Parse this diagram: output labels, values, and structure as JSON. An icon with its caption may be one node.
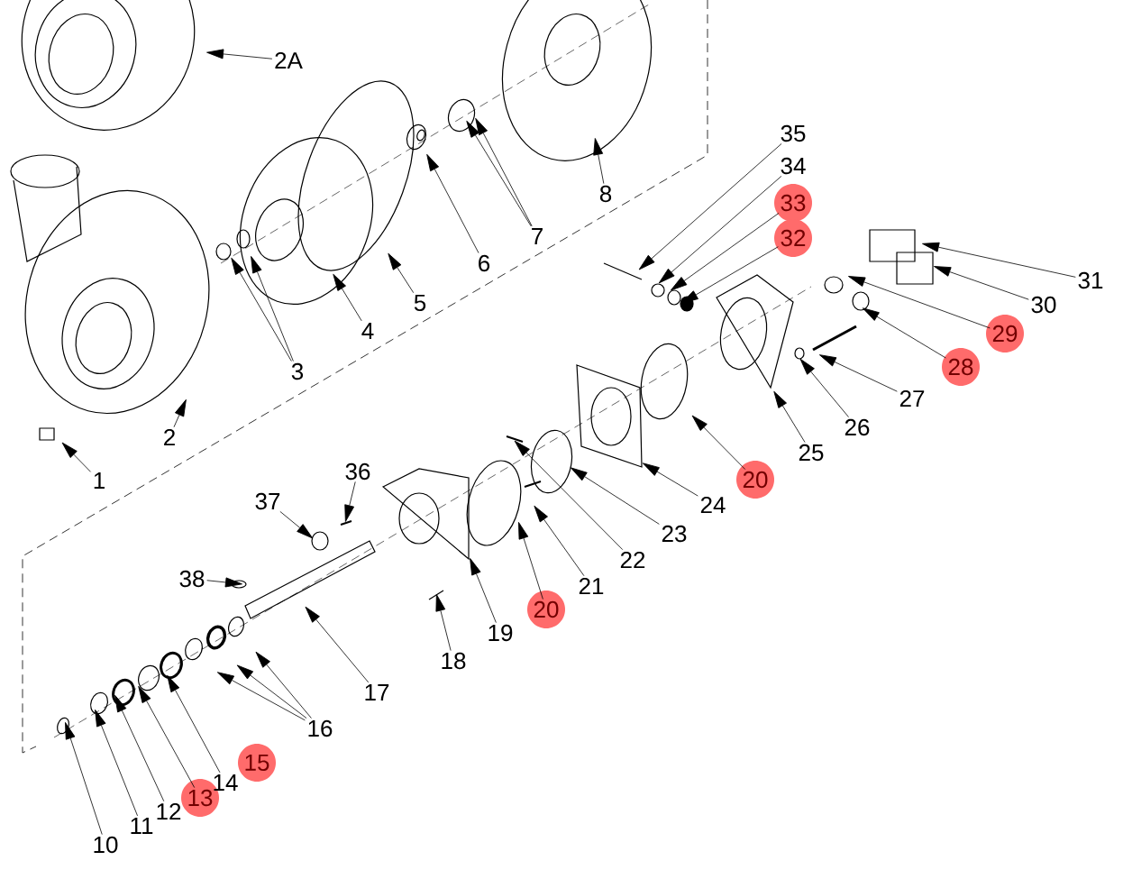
{
  "diagram": {
    "nodes": [
      {
        "text": [
          "2A"
        ]
      },
      {
        "text": [
          "8"
        ]
      },
      {
        "text": [
          "7"
        ]
      },
      {
        "text": [
          "6"
        ]
      },
      {
        "text": [
          "3"
        ]
      },
      {
        "text": [
          "4"
        ]
      },
      {
        "text": [
          "5"
        ]
      },
      {
        "text": [
          "35"
        ]
      },
      {
        "text": [
          "34"
        ]
      },
      {
        "text": [],
        "shape": "circle"
      },
      {
        "text": [
          "33"
        ],
        "in": 9
      },
      {
        "text": [],
        "shape": "circle"
      },
      {
        "text": [
          "32"
        ],
        "in": 11
      },
      {
        "text": [
          "31"
        ]
      },
      {
        "text": [
          "30"
        ]
      },
      {
        "text": [],
        "shape": "circle"
      },
      {
        "text": [
          "29"
        ],
        "in": 15
      },
      {
        "text": [],
        "shape": "circle"
      },
      {
        "text": [
          "28"
        ],
        "in": 17
      },
      {
        "text": [
          "27"
        ]
      },
      {
        "text": [
          "26"
        ]
      },
      {
        "text": [
          "25"
        ]
      },
      {
        "text": [
          "2"
        ]
      },
      {
        "text": [
          "1"
        ]
      },
      {
        "text": [],
        "shape": "circle"
      },
      {
        "text": [
          "20"
        ],
        "in": 24
      },
      {
        "text": [
          "24"
        ]
      },
      {
        "text": [
          "23"
        ]
      },
      {
        "text": [
          "22"
        ]
      },
      {
        "text": [
          "21"
        ]
      },
      {
        "text": [],
        "shape": "circle"
      },
      {
        "text": [
          "20"
        ],
        "in": 30
      },
      {
        "text": [
          "19"
        ]
      },
      {
        "text": [
          "36"
        ]
      },
      {
        "text": [
          "37"
        ]
      },
      {
        "text": [
          "38"
        ]
      },
      {
        "text": [
          "18"
        ]
      },
      {
        "text": [
          "17"
        ]
      },
      {
        "text": [
          "16"
        ]
      },
      {
        "text": [],
        "shape": "circle"
      },
      {
        "text": [
          "15"
        ],
        "in": 39
      },
      {
        "text": [
          "14"
        ]
      },
      {
        "text": [],
        "shape": "circle"
      },
      {
        "text": [
          "13"
        ],
        "in": 42
      },
      {
        "text": [
          "12"
        ]
      },
      {
        "text": [
          "11"
        ]
      },
      {
        "text": [
          "10"
        ]
      }
    ],
    "edges": [
      {
        "from": 0,
        "to": null,
        "arrow": "to"
      },
      {
        "from": 1,
        "to": null,
        "arrow": "to"
      },
      {
        "from": 2,
        "to": null,
        "arrow": "to"
      },
      {
        "from": 2,
        "to": null,
        "arrow": "to"
      },
      {
        "from": 3,
        "to": null,
        "arrow": "to"
      },
      {
        "from": 4,
        "to": null,
        "arrow": "to"
      },
      {
        "from": 4,
        "to": null,
        "arrow": "to"
      },
      {
        "from": 5,
        "to": null,
        "arrow": "to"
      },
      {
        "from": 6,
        "to": null,
        "arrow": "to"
      },
      {
        "from": 7,
        "to": null,
        "arrow": "to"
      },
      {
        "from": 8,
        "to": null,
        "arrow": "to"
      },
      {
        "from": 10,
        "to": null,
        "arrow": "to"
      },
      {
        "from": 12,
        "to": null,
        "arrow": "to"
      },
      {
        "from": 13,
        "to": null,
        "arrow": "to"
      },
      {
        "from": 14,
        "to": null,
        "arrow": "to"
      },
      {
        "from": 16,
        "to": null,
        "arrow": "to"
      },
      {
        "from": 18,
        "to": null,
        "arrow": "to"
      },
      {
        "from": 19,
        "to": null,
        "arrow": "to"
      },
      {
        "from": 20,
        "to": null,
        "arrow": "to"
      },
      {
        "from": 21,
        "to": null,
        "arrow": "to"
      },
      {
        "from": 22,
        "to": null,
        "arrow": "to"
      },
      {
        "from": 23,
        "to": null,
        "arrow": "to"
      },
      {
        "from": 25,
        "to": null,
        "arrow": "to"
      },
      {
        "from": 26,
        "to": null,
        "arrow": "to"
      },
      {
        "from": 27,
        "to": null,
        "arrow": "to"
      },
      {
        "from": 28,
        "to": null,
        "arrow": "to"
      },
      {
        "from": 29,
        "to": null,
        "arrow": "to"
      },
      {
        "from": 31,
        "to": null,
        "arrow": "to"
      },
      {
        "from": 32,
        "to": null,
        "arrow": "to"
      },
      {
        "from": 33,
        "to": null,
        "arrow": "to"
      },
      {
        "from": 34,
        "to": null,
        "arrow": "to"
      },
      {
        "from": 35,
        "to": null,
        "arrow": "to"
      },
      {
        "from": 36,
        "to": null,
        "arrow": "to"
      },
      {
        "from": 37,
        "to": null,
        "arrow": "to"
      },
      {
        "from": 38,
        "to": null,
        "arrow": "to"
      },
      {
        "from": 38,
        "to": null,
        "arrow": "to"
      },
      {
        "from": 38,
        "to": null,
        "arrow": "to"
      },
      {
        "from": 41,
        "to": null,
        "arrow": "to"
      },
      {
        "from": 43,
        "to": null,
        "arrow": "to"
      },
      {
        "from": 44,
        "to": null,
        "arrow": "to"
      },
      {
        "from": 45,
        "to": null,
        "arrow": "to"
      },
      {
        "from": 46,
        "to": null,
        "arrow": "to"
      }
    ]
  }
}
